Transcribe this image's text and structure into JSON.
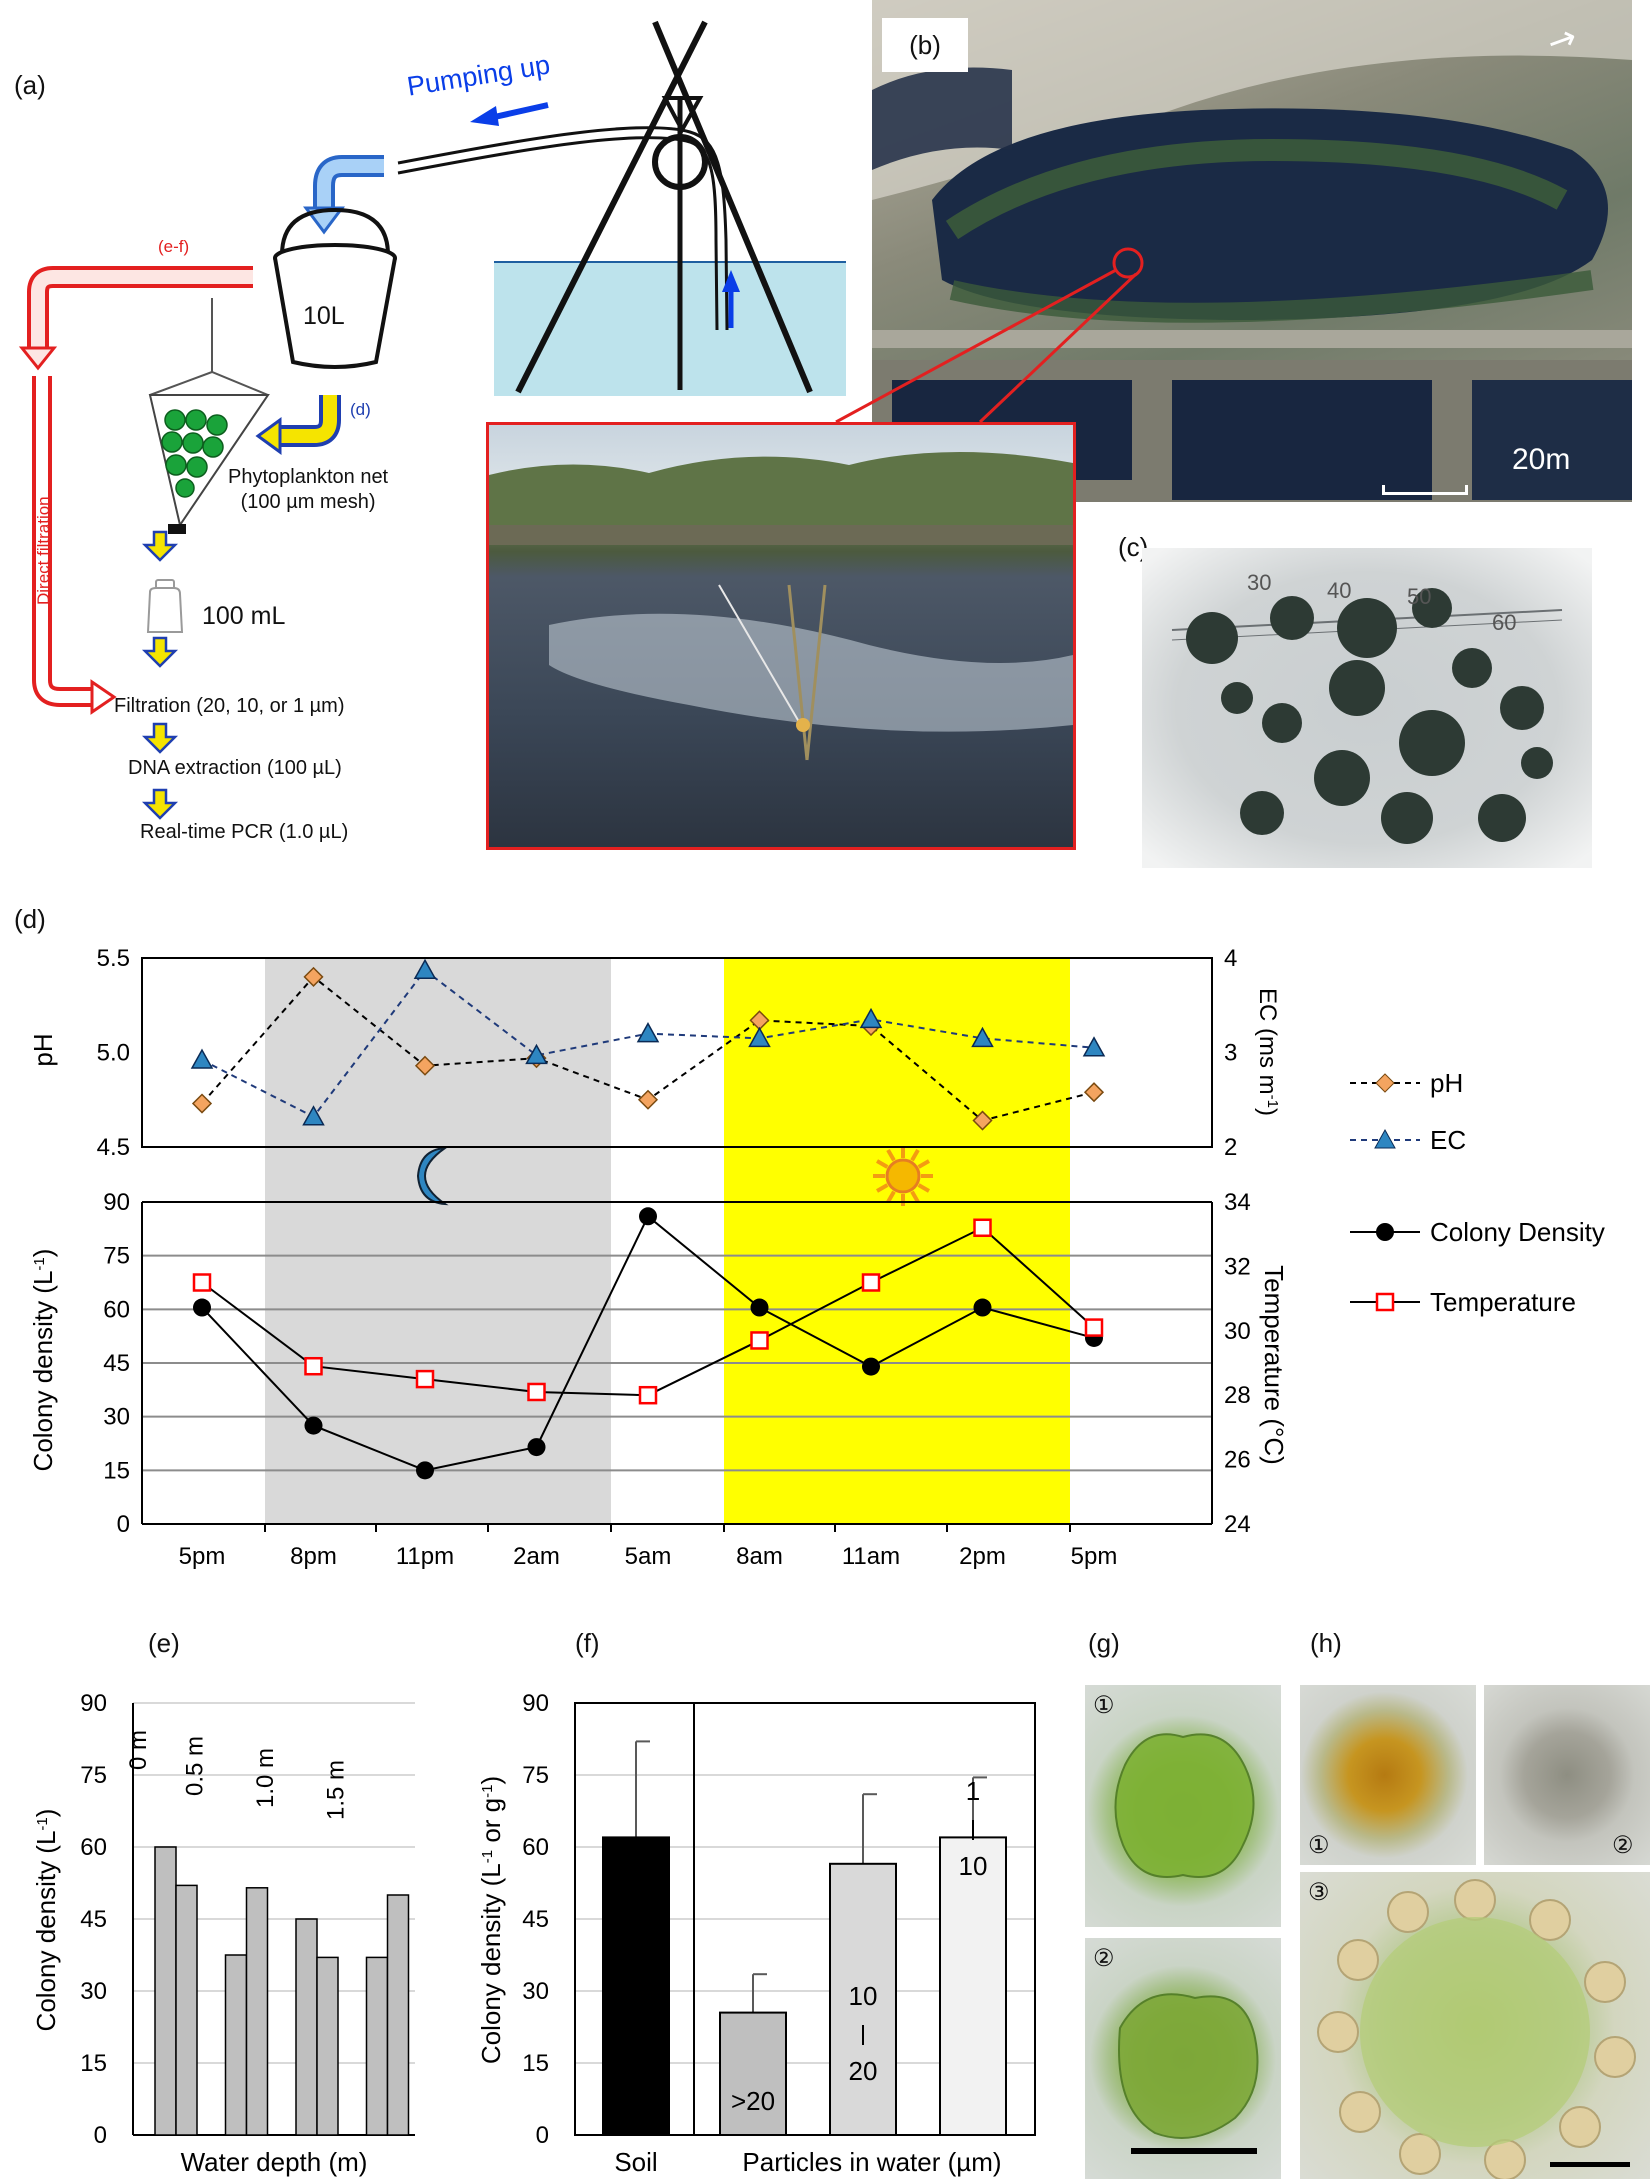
{
  "panel_labels": {
    "a": "(a)",
    "b": "(b)",
    "c": "(c)",
    "d": "(d)",
    "e": "(e)",
    "f": "(f)",
    "g": "(g)",
    "h": "(h)"
  },
  "panel_a": {
    "pumping_up": "Pumping up",
    "bucket_volume": "10L",
    "route_ef": "(e-f)",
    "route_d": "(d)",
    "direct_filtration": "Direct filtration",
    "net_label_1": "Phytoplankton net",
    "net_label_2": "(100 µm mesh)",
    "bottle_volume": "100 mL",
    "step_filtration": "Filtration (20, 10, or 1 µm)",
    "step_dna": "DNA extraction (100 µL)",
    "step_pcr": "Real-time PCR (1.0 µL)"
  },
  "panel_b": {
    "scale_bar": "20m"
  },
  "panel_c": {
    "ruler_ticks": [
      "30",
      "40",
      "50",
      "60"
    ]
  },
  "panel_h": {
    "markers": [
      "①",
      "②",
      "③"
    ]
  },
  "panel_g": {
    "markers": [
      "①",
      "②"
    ]
  },
  "colors": {
    "ph": "#f4a460",
    "ec": "#2e86c1",
    "night": "#d9d9d9",
    "day": "#ffff00",
    "temperature": "#ff0000",
    "soil_bar": "#000000",
    "flow_red": "#e32020",
    "flow_yellow": "#f5e400"
  },
  "chart_data": [
    {
      "type": "line",
      "id": "d-top",
      "x": [
        "5pm",
        "8pm",
        "11pm",
        "2am",
        "5am",
        "8am",
        "11am",
        "2pm",
        "5pm"
      ],
      "series": [
        {
          "name": "pH",
          "axis": "left",
          "values": [
            4.73,
            5.4,
            4.93,
            4.97,
            4.75,
            5.17,
            5.14,
            4.64,
            4.79
          ]
        },
        {
          "name": "EC",
          "axis": "right",
          "values": [
            2.92,
            2.32,
            3.87,
            2.97,
            3.2,
            3.15,
            3.35,
            3.15,
            3.05
          ]
        }
      ],
      "ylabel": "pH",
      "ylim": [
        4.5,
        5.5
      ],
      "yticks": [
        "4.5",
        "5.0",
        "5.5"
      ],
      "y2label": "EC (ms m",
      "y2label_sup": "-1",
      "y2label_end": ")",
      "y2lim": [
        2,
        4
      ],
      "y2ticks": [
        "2",
        "3",
        "4"
      ],
      "legend_position": "right"
    },
    {
      "type": "line",
      "id": "d-bottom",
      "x": [
        "5pm",
        "8pm",
        "11pm",
        "2am",
        "5am",
        "8am",
        "11am",
        "2pm",
        "5pm"
      ],
      "series": [
        {
          "name": "Colony Density",
          "axis": "left",
          "values": [
            60.5,
            27.5,
            15,
            21.5,
            86,
            60.5,
            44,
            60.5,
            52
          ]
        },
        {
          "name": "Temperature",
          "axis": "right",
          "values": [
            31.5,
            28.9,
            28.5,
            28.1,
            28.0,
            29.7,
            31.5,
            33.2,
            30.1
          ]
        }
      ],
      "ylabel": "Colony density (L",
      "ylabel_sup": "-1",
      "ylabel_end": ")",
      "ylim": [
        0,
        90
      ],
      "yticks": [
        "0",
        "15",
        "30",
        "45",
        "60",
        "75",
        "90"
      ],
      "y2label": "Temperature (°C)",
      "y2lim": [
        24,
        34
      ],
      "y2ticks": [
        "24",
        "26",
        "28",
        "30",
        "32",
        "34"
      ],
      "grid": true,
      "night_band": [
        "8pm",
        "5am"
      ],
      "day_band": [
        "8am",
        "5pm"
      ],
      "legend_position": "right"
    },
    {
      "type": "bar",
      "id": "e",
      "categories": [
        "0 m",
        "0.5 m",
        "1.0 m",
        "1.5 m"
      ],
      "series": [
        {
          "values": [
            60,
            37.5,
            45,
            37
          ]
        },
        {
          "values": [
            52,
            51.5,
            37,
            50
          ]
        }
      ],
      "xlabel": "Water depth (m)",
      "ylabel": "Colony density (L",
      "ylabel_sup": "-1",
      "ylabel_end": ")",
      "ylim": [
        0,
        90
      ],
      "yticks": [
        "0",
        "15",
        "30",
        "45",
        "60",
        "75",
        "90"
      ],
      "grid": true
    },
    {
      "type": "bar",
      "id": "f",
      "categories": [
        "Soil",
        ">20",
        "10-20",
        "1-10"
      ],
      "bar_text": [
        "",
        ">20",
        "10 | 20",
        "1 | 10"
      ],
      "values": [
        62,
        25.5,
        56.5,
        62
      ],
      "errors": [
        20,
        8,
        14.5,
        12.5
      ],
      "xlabel_soil": "Soil",
      "xlabel_water": "Particles in water (µm)",
      "ylabel": "Colony density (L",
      "ylabel_sup": "-1",
      "ylabel_mid": " or g",
      "ylabel_sup2": "-1",
      "ylabel_end": ")",
      "ylim": [
        0,
        90
      ],
      "yticks": [
        "0",
        "15",
        "30",
        "45",
        "60",
        "75",
        "90"
      ],
      "grid": true
    }
  ]
}
